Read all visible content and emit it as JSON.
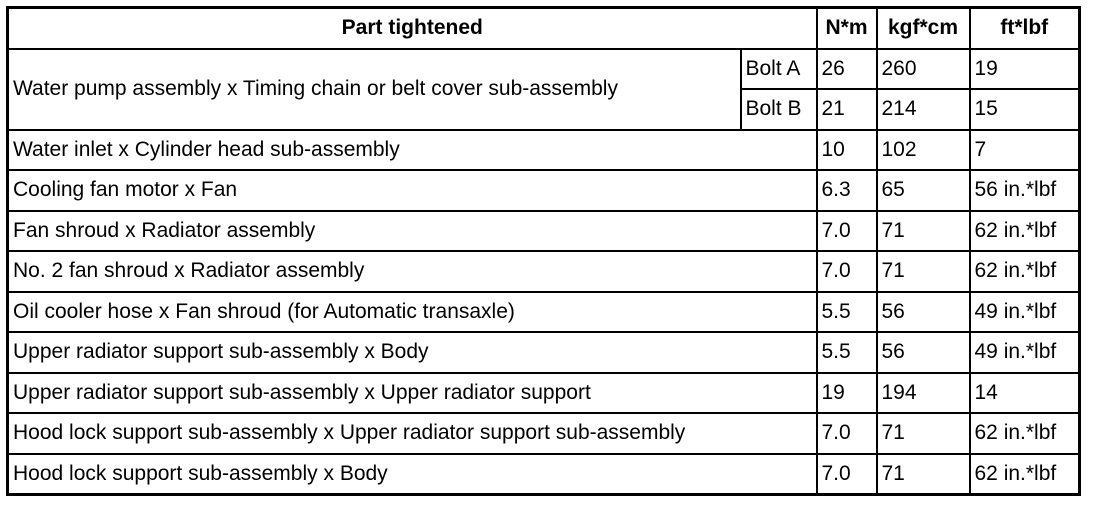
{
  "header": {
    "part": "Part tightened",
    "nm": "N*m",
    "kgf": "kgf*cm",
    "ft": "ft*lbf"
  },
  "group_row": {
    "part": "Water pump assembly x Timing chain or belt cover sub-assembly",
    "sub": [
      {
        "label": "Bolt A",
        "nm": "26",
        "kgf": "260",
        "ft": "19"
      },
      {
        "label": "Bolt B",
        "nm": "21",
        "kgf": "214",
        "ft": "15"
      }
    ]
  },
  "rows": [
    {
      "part": "Water inlet x Cylinder head sub-assembly",
      "nm": "10",
      "kgf": "102",
      "ft": "7"
    },
    {
      "part": "Cooling fan motor x Fan",
      "nm": "6.3",
      "kgf": "65",
      "ft": "56 in.*lbf"
    },
    {
      "part": "Fan shroud x Radiator assembly",
      "nm": "7.0",
      "kgf": "71",
      "ft": "62 in.*lbf"
    },
    {
      "part": "No. 2 fan shroud x Radiator assembly",
      "nm": "7.0",
      "kgf": "71",
      "ft": "62 in.*lbf"
    },
    {
      "part": "Oil cooler hose x Fan shroud (for Automatic transaxle)",
      "nm": "5.5",
      "kgf": "56",
      "ft": "49 in.*lbf"
    },
    {
      "part": "Upper radiator support sub-assembly x Body",
      "nm": "5.5",
      "kgf": "56",
      "ft": "49 in.*lbf"
    },
    {
      "part": "Upper radiator support sub-assembly x Upper radiator support",
      "nm": "19",
      "kgf": "194",
      "ft": "14"
    },
    {
      "part": "Hood lock support sub-assembly x Upper radiator support sub-assembly",
      "nm": "7.0",
      "kgf": "71",
      "ft": "62 in.*lbf"
    },
    {
      "part": "Hood lock support sub-assembly x Body",
      "nm": "7.0",
      "kgf": "71",
      "ft": "62 in.*lbf"
    }
  ]
}
